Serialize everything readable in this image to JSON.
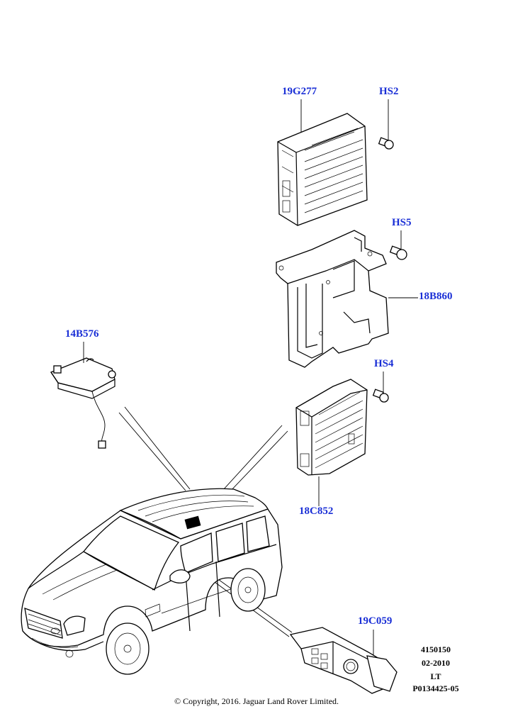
{
  "callouts": {
    "c_19G277": "19G277",
    "c_HS2": "HS2",
    "c_HS5": "HS5",
    "c_18B860": "18B860",
    "c_14B576": "14B576",
    "c_HS4": "HS4",
    "c_18C852": "18C852",
    "c_19C059": "19C059"
  },
  "reference": {
    "line1": "4150150",
    "line2": "02-2010",
    "line3": "LT",
    "line4": "P0134425-05"
  },
  "copyright": "© Copyright, 2016. Jaguar Land Rover Limited.",
  "colors": {
    "callout": "#1a2fd6",
    "line": "#000000"
  }
}
